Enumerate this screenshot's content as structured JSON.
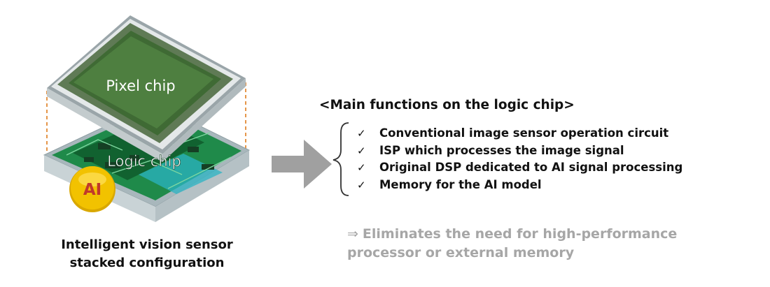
{
  "diagram": {
    "pixel_chip_label": "Pixel chip",
    "logic_chip_label": "Logic chip",
    "ai_badge": "AI",
    "caption_line1": "Intelligent vision sensor",
    "caption_line2": "stacked configuration",
    "functions_heading": "<Main functions on the logic chip>",
    "functions": [
      "Conventional image sensor operation circuit",
      "ISP which processes the image signal",
      "Original DSP dedicated to AI signal processing",
      "Memory for the AI model"
    ],
    "check_glyph": "✓",
    "result_arrow": "⇒",
    "result_line1": "Eliminates the need for high-performance",
    "result_line2": "processor or external memory"
  },
  "colors": {
    "pixel_chip_green": "#3f6a34",
    "logic_board_green": "#1f8a4a",
    "ai_badge_yellow": "#f2c200",
    "arrow_gray": "#a0a0a0",
    "note_gray": "#a6a6a6",
    "guide_orange": "#e5964a"
  },
  "icons": [
    "right-arrow-icon",
    "curly-brace-icon",
    "check-icon",
    "implies-arrow-icon"
  ]
}
